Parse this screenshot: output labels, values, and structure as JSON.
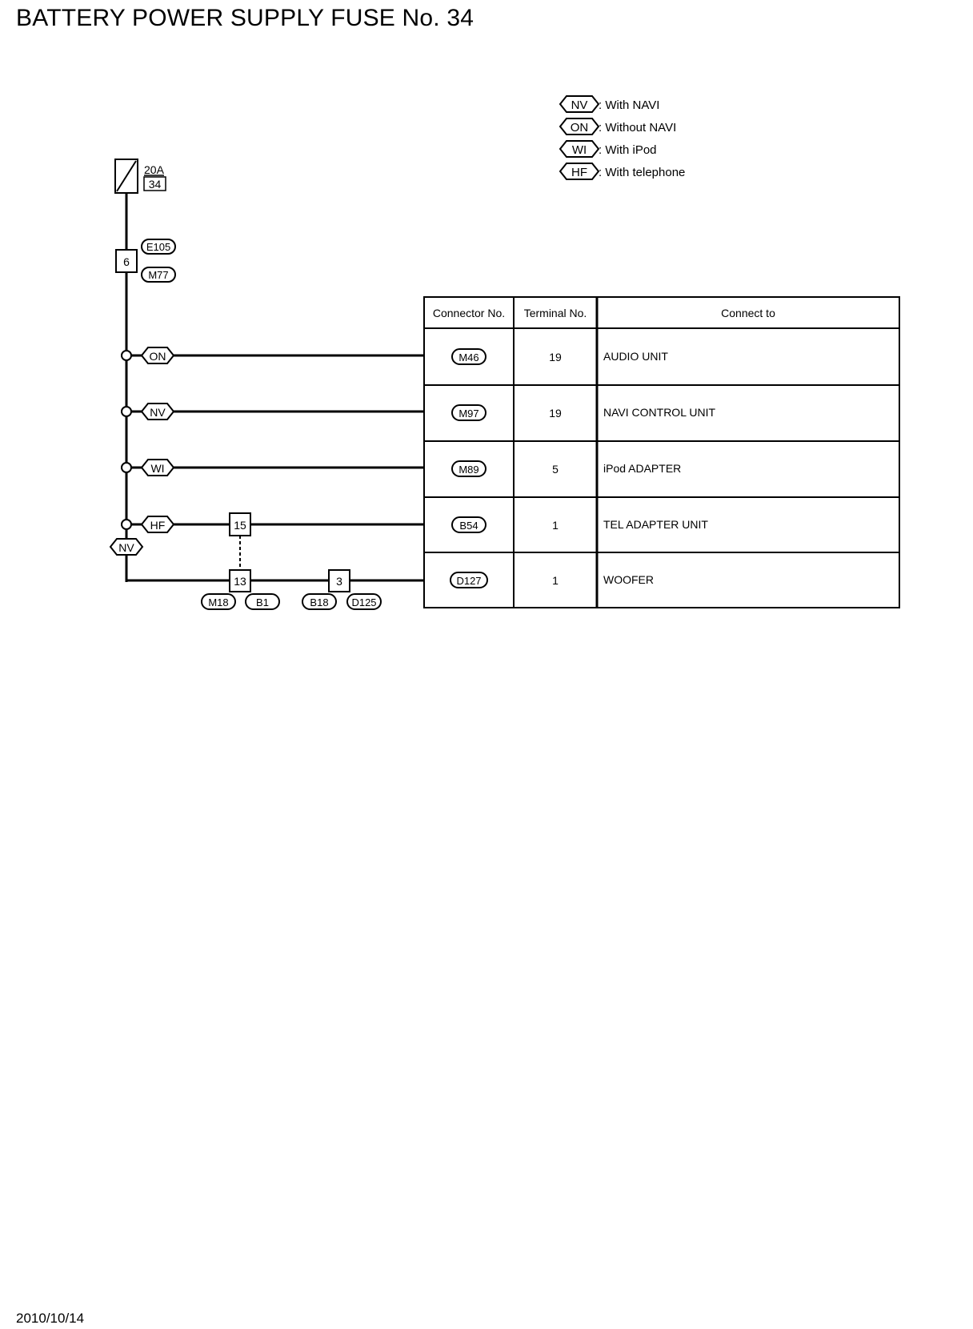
{
  "title": "BATTERY POWER SUPPLY FUSE No. 34",
  "date": "2010/10/14",
  "legend": [
    {
      "code": "NV",
      "desc": ": With NAVI"
    },
    {
      "code": "ON",
      "desc": ": Without NAVI"
    },
    {
      "code": "WI",
      "desc": ": With iPod"
    },
    {
      "code": "HF",
      "desc": ": With telephone"
    }
  ],
  "fuse": {
    "rating": "20A",
    "number": "34"
  },
  "junction": {
    "terminal": "6",
    "connectors": [
      "E105",
      "M77"
    ]
  },
  "branches": [
    {
      "condition": "ON"
    },
    {
      "condition": "NV"
    },
    {
      "condition": "WI"
    },
    {
      "condition": "HF"
    }
  ],
  "bottom_condition": "NV",
  "inline_connectors": {
    "tel_terminal": "15",
    "woofer_terminal_a": "13",
    "woofer_terminal_b": "3",
    "woofer_a_connectors": [
      "M18",
      "B1"
    ],
    "woofer_b_connectors": [
      "B18",
      "D125"
    ]
  },
  "table": {
    "headers": [
      "Connector No.",
      "Terminal No.",
      "Connect to"
    ],
    "rows": [
      {
        "connector": "M46",
        "terminal": "19",
        "connect_to": "AUDIO UNIT"
      },
      {
        "connector": "M97",
        "terminal": "19",
        "connect_to": "NAVI CONTROL UNIT"
      },
      {
        "connector": "M89",
        "terminal": "5",
        "connect_to": "iPod ADAPTER"
      },
      {
        "connector": "B54",
        "terminal": "1",
        "connect_to": "TEL ADAPTER UNIT"
      },
      {
        "connector": "D127",
        "terminal": "1",
        "connect_to": "WOOFER"
      }
    ]
  }
}
